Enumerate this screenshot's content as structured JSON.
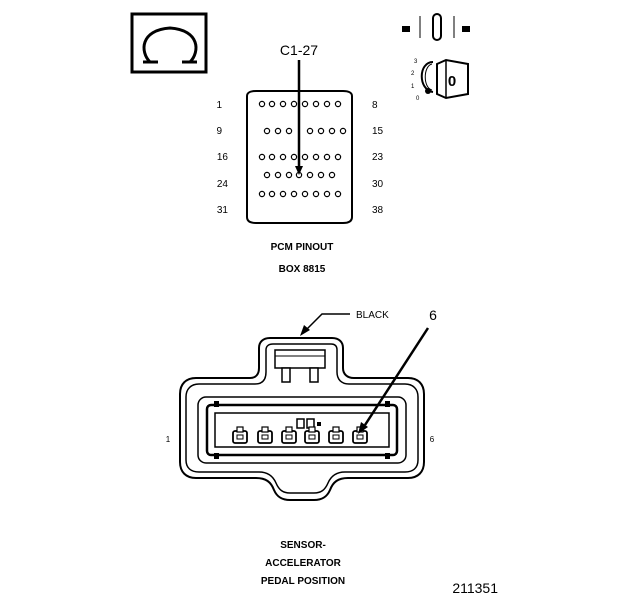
{
  "pcm": {
    "callout": "C1-27",
    "title": "PCM PINOUT",
    "box": "BOX 8815",
    "pin_labels_left": [
      "1",
      "9",
      "16",
      "24",
      "31"
    ],
    "pin_labels_right": [
      "8",
      "15",
      "23",
      "30",
      "38"
    ]
  },
  "ignition": {
    "positions": [
      "3",
      "2",
      "1",
      "0"
    ],
    "key_label": "0"
  },
  "sensor": {
    "color_callout": "BLACK",
    "pin_callout": "6",
    "pin_left": "1",
    "pin_right": "6",
    "name_lines": [
      "SENSOR-",
      "ACCELERATOR",
      "PEDAL POSITION"
    ]
  },
  "figure_number": "211351",
  "colors": {
    "line": "#000000",
    "background": "#ffffff"
  },
  "icons": [
    "ohm-meter-icon",
    "ignition-switch-icon",
    "ignition-key-icon"
  ]
}
